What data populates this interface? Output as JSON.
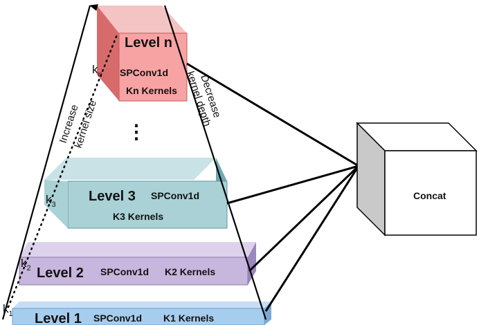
{
  "levels": {
    "n": {
      "title": "Level n",
      "op": "SPConv1d",
      "kernels": "Kn Kernels",
      "k_main": "k",
      "k_sub": "n",
      "face_color": "#f7a3a3",
      "top_color": "#f4c3c3",
      "side_color": "#d76b6b"
    },
    "3": {
      "title": "Level 3",
      "op": "SPConv1d",
      "kernels": "K3 Kernels",
      "k_main": "k",
      "k_sub": "3",
      "face_color": "#a9d1d6",
      "top_color": "#c8e2e5",
      "side_color": "#6ea9b0"
    },
    "2": {
      "title": "Level 2",
      "op": "SPConv1d",
      "kernels": "K2 Kernels",
      "k_main": "k",
      "k_sub": "2",
      "face_color": "#c7b6dd",
      "top_color": "#ddd2ec",
      "side_color": "#9b87bb"
    },
    "1": {
      "title": "Level 1",
      "op": "SPConv1d",
      "kernels": "K1 Kernels",
      "k_main": "k",
      "k_sub": "1",
      "face_color": "#a7cdee",
      "top_color": "#c6def4",
      "side_color": "#7aa9d6"
    }
  },
  "ellipsis": "⋮",
  "left_side": {
    "line1": "Increase",
    "line2": "kernel size"
  },
  "right_side": {
    "line1": "Decrease",
    "line2": "kernel depth"
  },
  "concat": {
    "label": "Concat",
    "face_color": "#ffffff",
    "side_color": "#c9c9c9"
  }
}
